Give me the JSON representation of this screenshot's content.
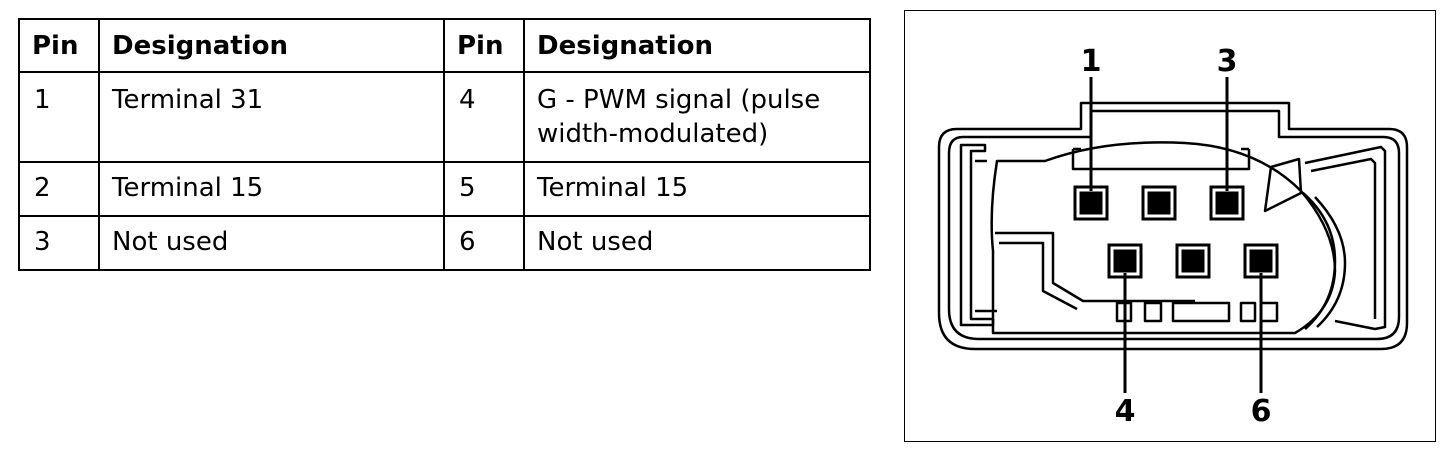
{
  "table": {
    "headers": [
      "Pin",
      "Designation",
      "Pin",
      "Designation"
    ],
    "rows": [
      {
        "pin_a": "1",
        "designation_a": "Terminal 31",
        "pin_b": "4",
        "designation_b": "G - PWM signal (pulse width-modulated)"
      },
      {
        "pin_a": "2",
        "designation_a": "Terminal 15",
        "pin_b": "5",
        "designation_b": "Terminal 15"
      },
      {
        "pin_a": "3",
        "designation_a": "Not used",
        "pin_b": "6",
        "designation_b": "Not used"
      }
    ]
  },
  "connector": {
    "callouts": [
      "1",
      "3",
      "4",
      "6"
    ]
  }
}
